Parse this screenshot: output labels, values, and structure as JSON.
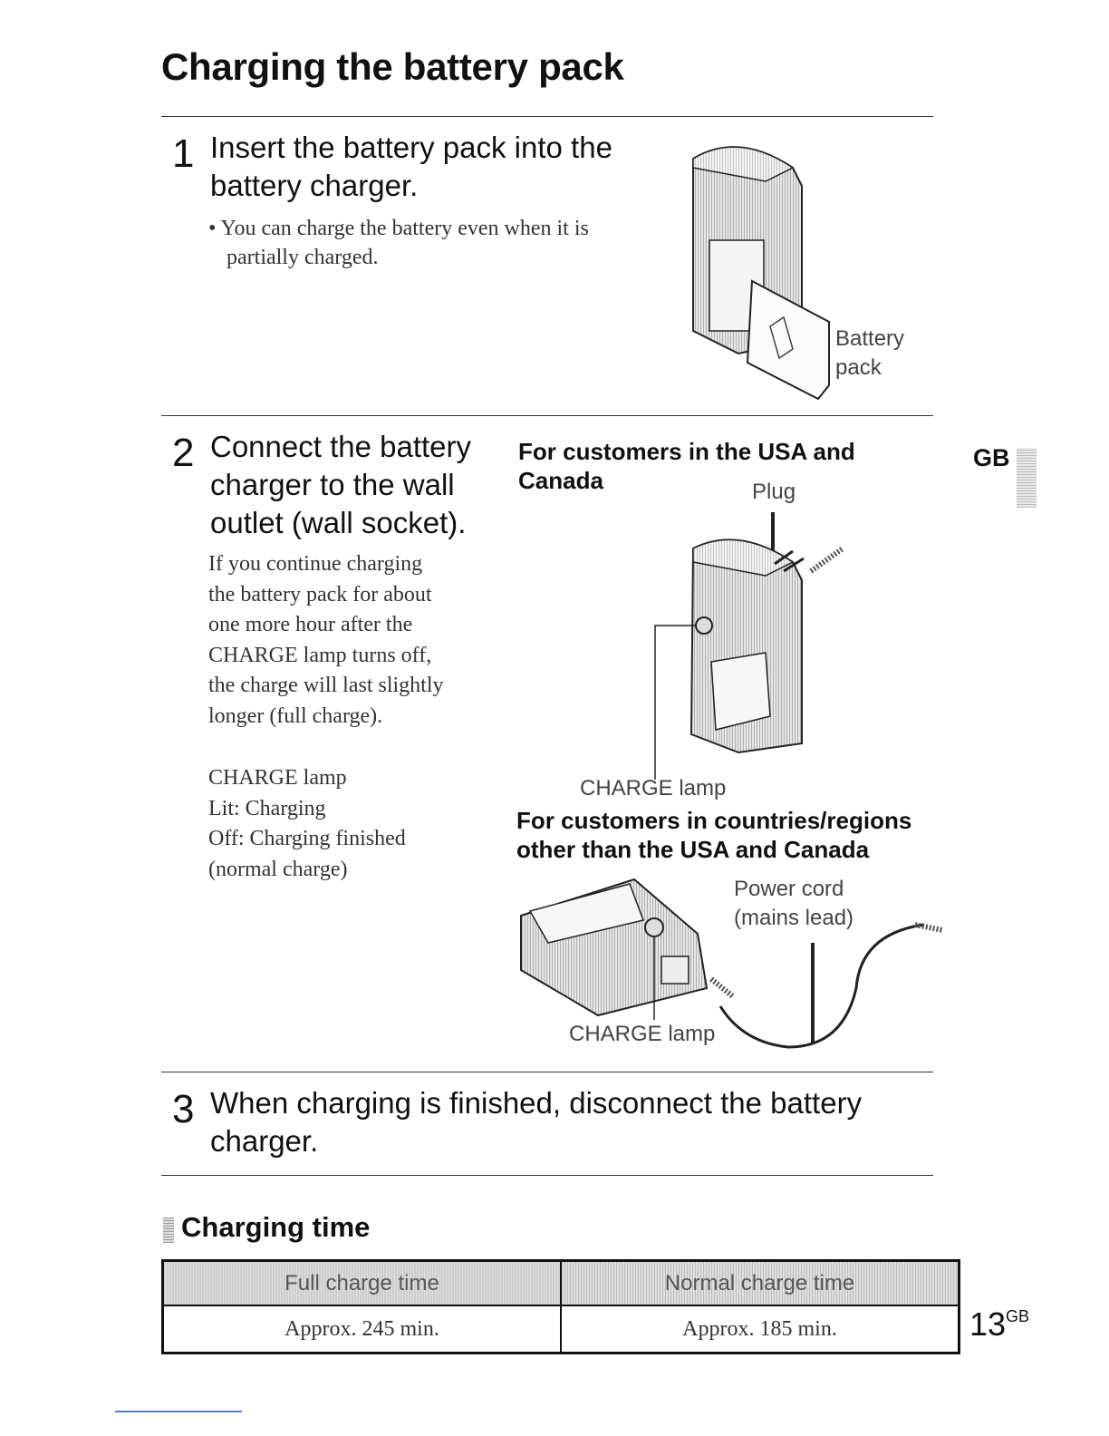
{
  "title": "Charging the battery pack",
  "step1": {
    "num": "1",
    "heading": [
      "Insert the battery pack into the",
      "battery charger."
    ],
    "note": [
      "• You can charge the battery even when it is",
      "partially charged."
    ],
    "callout": [
      "Battery",
      "pack"
    ]
  },
  "step2": {
    "num": "2",
    "heading": [
      "Connect the battery",
      "charger to the wall",
      "outlet (wall socket)."
    ],
    "body": [
      "If you continue charging",
      "the battery pack for about",
      "one more hour after the",
      "CHARGE lamp turns off,",
      "the charge will last slightly",
      "longer (full charge)."
    ],
    "lamp_legend": [
      "CHARGE lamp",
      "Lit: Charging",
      "Off: Charging finished",
      "(normal charge)"
    ],
    "usa_heading": [
      "For customers in the USA and",
      "Canada"
    ],
    "usa_plug": "Plug",
    "usa_lamp": "CHARGE lamp",
    "other_heading": [
      "For customers in countries/regions",
      "other than the USA and Canada"
    ],
    "other_cord": [
      "Power cord",
      "(mains lead)"
    ],
    "other_lamp": "CHARGE lamp"
  },
  "step3": {
    "num": "3",
    "heading": [
      "When charging is finished, disconnect the battery",
      "charger."
    ]
  },
  "charging_time": {
    "title": "Charging time",
    "headers": [
      "Full charge time",
      "Normal charge time"
    ],
    "values": [
      "Approx. 245 min.",
      "Approx. 185 min."
    ]
  },
  "side_tab": "GB",
  "page_number": "13",
  "page_suffix": "GB"
}
